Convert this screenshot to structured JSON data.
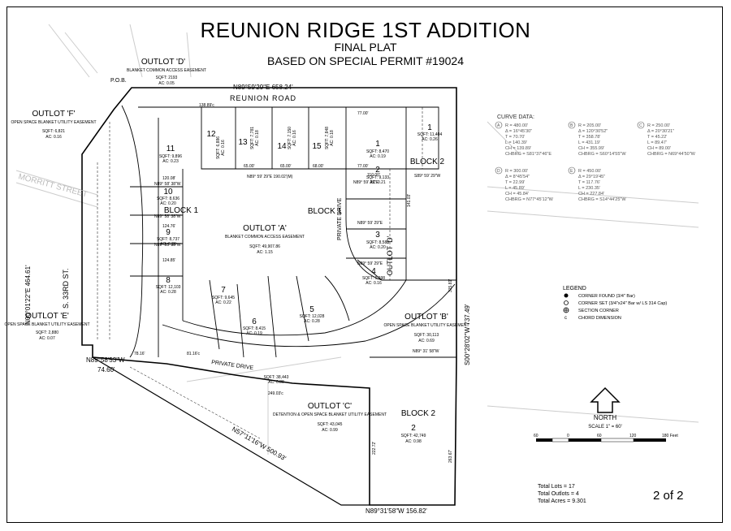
{
  "title": "REUNION RIDGE 1ST ADDITION",
  "subtitle1": "FINAL PLAT",
  "subtitle2": "BASED ON SPECIAL PERMIT #19024",
  "page": "2 of 2",
  "road_name": "REUNION ROAD",
  "street_morritt": "MORRITT STREET",
  "street_33rd": "S. 33RD ST.",
  "pob": "P.O.B.",
  "outlots": {
    "d_top": {
      "name": "OUTLOT 'D'",
      "desc": "BLANKET COMMON ACCESS EASEMENT",
      "sqft": "SQFT: 2193",
      "ac": "AC: 0.05"
    },
    "f": {
      "name": "OUTLOT 'F'",
      "desc": "OPEN SPACE BLANKET UTILITY EASEMENT",
      "sqft": "SQFT: 6,821",
      "ac": "AC: 0.16"
    },
    "a": {
      "name": "OUTLOT 'A'",
      "desc": "BLANKET COMMON ACCESS EASEMENT",
      "sqft": "SQFT: 49,907.86",
      "ac": "AC: 1.15"
    },
    "e": {
      "name": "OUTLOT 'E'",
      "desc": "OPEN SPACE BLANKET UTILITY EASEMENT",
      "sqft": "SQFT: 2,880",
      "ac": "AC: 0.07"
    },
    "b": {
      "name": "OUTLOT 'B'",
      "desc": "OPEN SPACE BLANKET UTILITY EASEMENT",
      "sqft": "SQFT: 30,113",
      "ac": "AC: 0.69"
    },
    "c": {
      "name": "OUTLOT 'C'",
      "desc": "DETENTION & OPEN SPACE BLANKET UTILITY EASEMENT",
      "sqft": "SQFT: 43,045",
      "ac": "AC: 0.99"
    },
    "d_side": {
      "name": "OUTLOT 'D'"
    }
  },
  "blocks": {
    "block1_left": "BLOCK 1",
    "block1_mid": "BLOCK 1",
    "block2_top": "BLOCK 2",
    "block2_bottom": "BLOCK 2"
  },
  "lots": [
    {
      "num": "1",
      "sqft": "SQFT: 8,470",
      "ac": "AC: 0.19"
    },
    {
      "num": "2",
      "sqft": "SQFT: 9,133",
      "ac": "AC: 0.21"
    },
    {
      "num": "3",
      "sqft": "SQFT: 8,580",
      "ac": "AC: 0.20"
    },
    {
      "num": "4",
      "sqft": "SQFT: 6,998",
      "ac": "AC: 0.16"
    },
    {
      "num": "5",
      "sqft": "SQFT: 12,028",
      "ac": "AC: 0.28"
    },
    {
      "num": "6",
      "sqft": "SQFT: 8,415",
      "ac": "AC: 0.19"
    },
    {
      "num": "7",
      "sqft": "SQFT: 9,645",
      "ac": "AC: 0.22"
    },
    {
      "num": "8",
      "sqft": "SQFT: 12,103",
      "ac": "AC: 0.28"
    },
    {
      "num": "9",
      "sqft": "SQFT: 8,737",
      "ac": "AC: 0.20"
    },
    {
      "num": "10",
      "sqft": "SQFT: 8,636",
      "ac": "AC: 0.20"
    },
    {
      "num": "11",
      "sqft": "SQFT: 9,896",
      "ac": "AC: 0.23"
    },
    {
      "num": "12",
      "sqft": "SQFT: 6,886",
      "ac": "AC: 0.16"
    },
    {
      "num": "13",
      "sqft": "SQFT: 7,781",
      "ac": "AC: 0.18"
    },
    {
      "num": "14",
      "sqft": "SQFT: 7,150",
      "ac": "AC: 0.16"
    },
    {
      "num": "15",
      "sqft": "SQFT: 7,848",
      "ac": "AC: 0.18"
    },
    {
      "num": "1",
      "sqft": "SQFT: 11,404",
      "ac": "AC: 0.26"
    },
    {
      "num": "2",
      "sqft": "SQFT: 42,749",
      "ac": "AC: 0.98"
    }
  ],
  "private_drive": "PRIVATE DRIVE",
  "lot_total_area": {
    "sqft": "SQFT: 38,443",
    "ac": "AC: 0.88"
  },
  "boundary": {
    "north": "N89°59'29\"E  658.24'",
    "west": "N00°01'22\"E 464.61'",
    "east": "S00°28'02\"W  737.49'",
    "southwest": "N89°58'53\"W",
    "southwest_len": "74.60'",
    "diagonal": "N57°11'16\"W  500.93'",
    "south": "N89°31'58\"W  156.82'"
  },
  "dims": {
    "d1": "N89° 59' 29\"E 190.02'(M)",
    "d2": "N89° 58' 38\"W",
    "d3": "N89° 59' 29\"E",
    "d4": "N89° 31' 58\"W",
    "d5": "S89° 59' 29\"W",
    "d6": "110.00'",
    "d7": "65.00'",
    "d8": "68.00'",
    "d9": "77.00'",
    "d10": "120.08'",
    "d11": "124.76'",
    "d12": "124.85'",
    "d13": "249.03'c",
    "d14": "315.81'",
    "d15": "263.67'",
    "d16": "222.72'",
    "d17": "138.89'c",
    "d18": "141.03'",
    "d19": "81.16'c",
    "d20": "78.16'"
  },
  "curve_data": {
    "title": "CURVE DATA:",
    "curves": [
      {
        "label": "A",
        "lines": [
          "R = 480.00'",
          "Δ = 16°45'30\"",
          "T = 70.70'",
          "L = 140.39'",
          "CH = 139.89'",
          "CHBRG = S81°37'46\"E"
        ]
      },
      {
        "label": "B",
        "lines": [
          "R = 205.00'",
          "Δ = 120°30'52\"",
          "T = 358.78'",
          "L = 431.19'",
          "CH = 355.99'",
          "CHBRG = S60°14'55\"W"
        ]
      },
      {
        "label": "C",
        "lines": [
          "R = 250.00'",
          "Δ = 20°30'21\"",
          "T = 45.22'",
          "L = 89.47'",
          "CH = 89.00'",
          "CHBRG = N69°44'50\"W"
        ]
      },
      {
        "label": "D",
        "lines": [
          "R = 300.00'",
          "Δ = 8°45'54\"",
          "T = 22.99'",
          "L = 45.89'",
          "CH = 45.84'",
          "CHBRG = N77°45'12\"W"
        ]
      },
      {
        "label": "E",
        "lines": [
          "R = 450.00'",
          "Δ = 29°19'45\"",
          "T = 117.76'",
          "L = 230.35'",
          "CH = 227.84'",
          "CHBRG = S14°44'25\"W"
        ]
      }
    ]
  },
  "legend": {
    "title": "LEGEND",
    "items": [
      "CORNER FOUND (3/4\" Bar)",
      "CORNER SET (3/4\"x24\" Bar w/ LS 314 Cap)",
      "SECTION CORNER",
      "CHORD DIMENSION"
    ]
  },
  "north": {
    "label": "NORTH",
    "scale": "SCALE 1\" = 60'",
    "ticks": [
      "60",
      "0",
      "60",
      "120",
      "180 Feet"
    ]
  },
  "totals": [
    "Total Lots = 17",
    "Total Outlots = 4",
    "Total Acres = 9.301"
  ]
}
